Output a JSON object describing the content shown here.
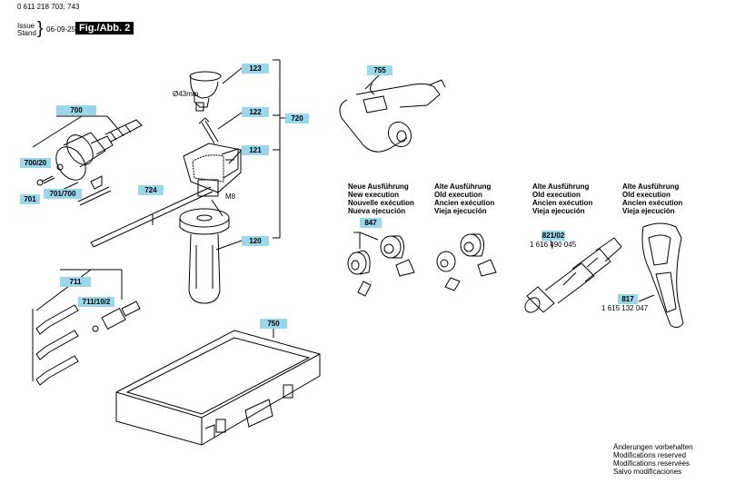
{
  "header": {
    "doc_number": "0 611 218 703; 743",
    "issue_label": "Issue",
    "stand_label": "Stand",
    "date": "06-09-25",
    "figure_label": "Fig./Abb. 2"
  },
  "callouts": {
    "p123": "123",
    "p122": "122",
    "p720": "720",
    "p121": "121",
    "p120": "120",
    "p700": "700",
    "p700_20": "700/20",
    "p701": "701",
    "p701_700": "701/700",
    "p724": "724",
    "p755": "755",
    "p847": "847",
    "p821_02": "821/02",
    "p817": "817",
    "p711": "711",
    "p711_10_2": "711/10/2",
    "p750": "750"
  },
  "annotations": {
    "diameter": "Ø43mm",
    "thread": "M8"
  },
  "execution_columns": [
    {
      "de": "Neue Ausführung",
      "en": "New execution",
      "fr": "Nouvelle exécution",
      "es": "Nueva ejecución"
    },
    {
      "de": "Alte Ausführung",
      "en": "Old execution",
      "fr": "Ancien exécution",
      "es": "Vieja ejecución"
    },
    {
      "de": "Alte Ausführung",
      "en": "Old execution",
      "fr": "Ancien exécution",
      "es": "Vieja ejecución"
    },
    {
      "de": "Alte Ausführung",
      "en": "Old execution",
      "fr": "Ancien exécution",
      "es": "Vieja ejecución"
    }
  ],
  "part_numbers": {
    "p821_02_number": "1 616 490 045",
    "p817_number": "1 615 132 047"
  },
  "footer_notes": [
    "Änderungen vorbehalten",
    "Modifications reserved",
    "Modifications reservées",
    "Salvo modificaciones"
  ]
}
